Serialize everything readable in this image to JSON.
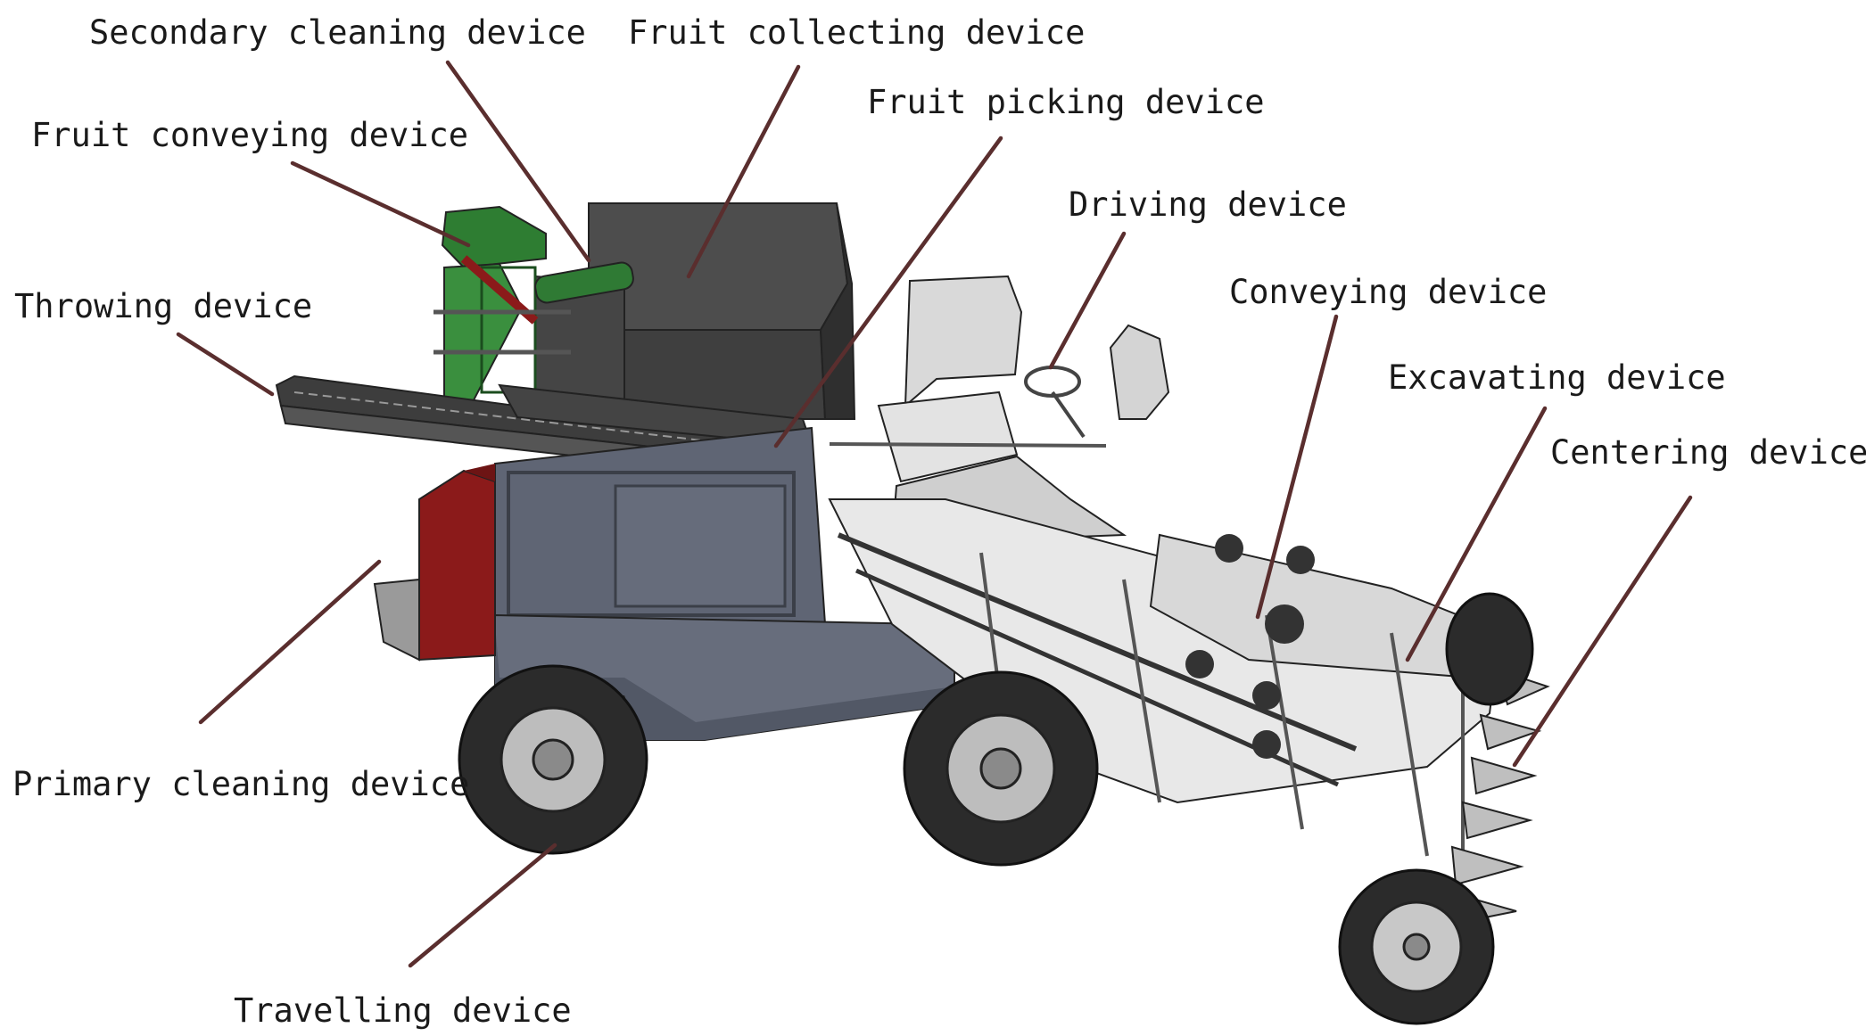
{
  "labels": {
    "secondary_cleaning": "Secondary cleaning device",
    "fruit_collecting": "Fruit collecting device",
    "fruit_conveying": "Fruit conveying device",
    "fruit_picking": "Fruit picking device",
    "driving": "Driving device",
    "throwing": "Throwing device",
    "conveying": "Conveying device",
    "excavating": "Excavating device",
    "centering": "Centering device",
    "primary_cleaning": "Primary cleaning device",
    "travelling": "Travelling device"
  },
  "colors": {
    "body": "#5f6574",
    "bin": "#4d4d4d",
    "red_panel": "#8b1a1a",
    "green_conveyor": "#2e7d32",
    "seat": "#d9d9d9",
    "frame": "#cfcfcf",
    "tire": "#2b2b2b",
    "rim": "#bdbdbd",
    "leader_line": "#5a2e2e"
  }
}
